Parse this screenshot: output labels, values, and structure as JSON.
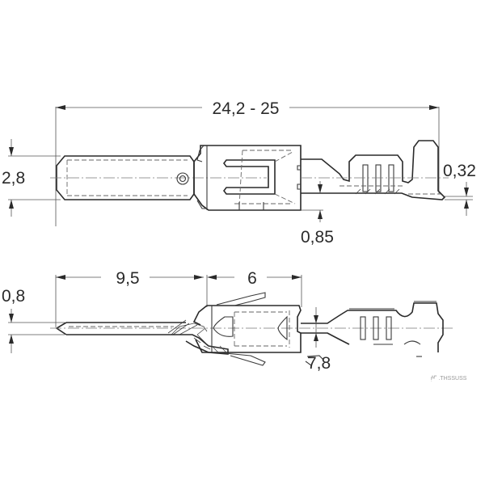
{
  "figure": {
    "type": "technical drawing",
    "subject": "flat blade male crimp terminal (side and top views)",
    "units": "mm",
    "line_color": "#2a2a2a",
    "background": "#ffffff"
  },
  "top_view": {
    "dimensions": {
      "overall_length": "24,2 - 25",
      "blade_height": "2,8",
      "material_thickness": "0,32",
      "offset": "0,85"
    }
  },
  "bottom_view": {
    "dimensions": {
      "pin_length": "9,5",
      "body_length": "6",
      "pin_thickness": "0,8",
      "partial_label": "7,8"
    }
  },
  "watermark": {
    "text": "ᴉᴹ˚ .THSSUSS"
  }
}
